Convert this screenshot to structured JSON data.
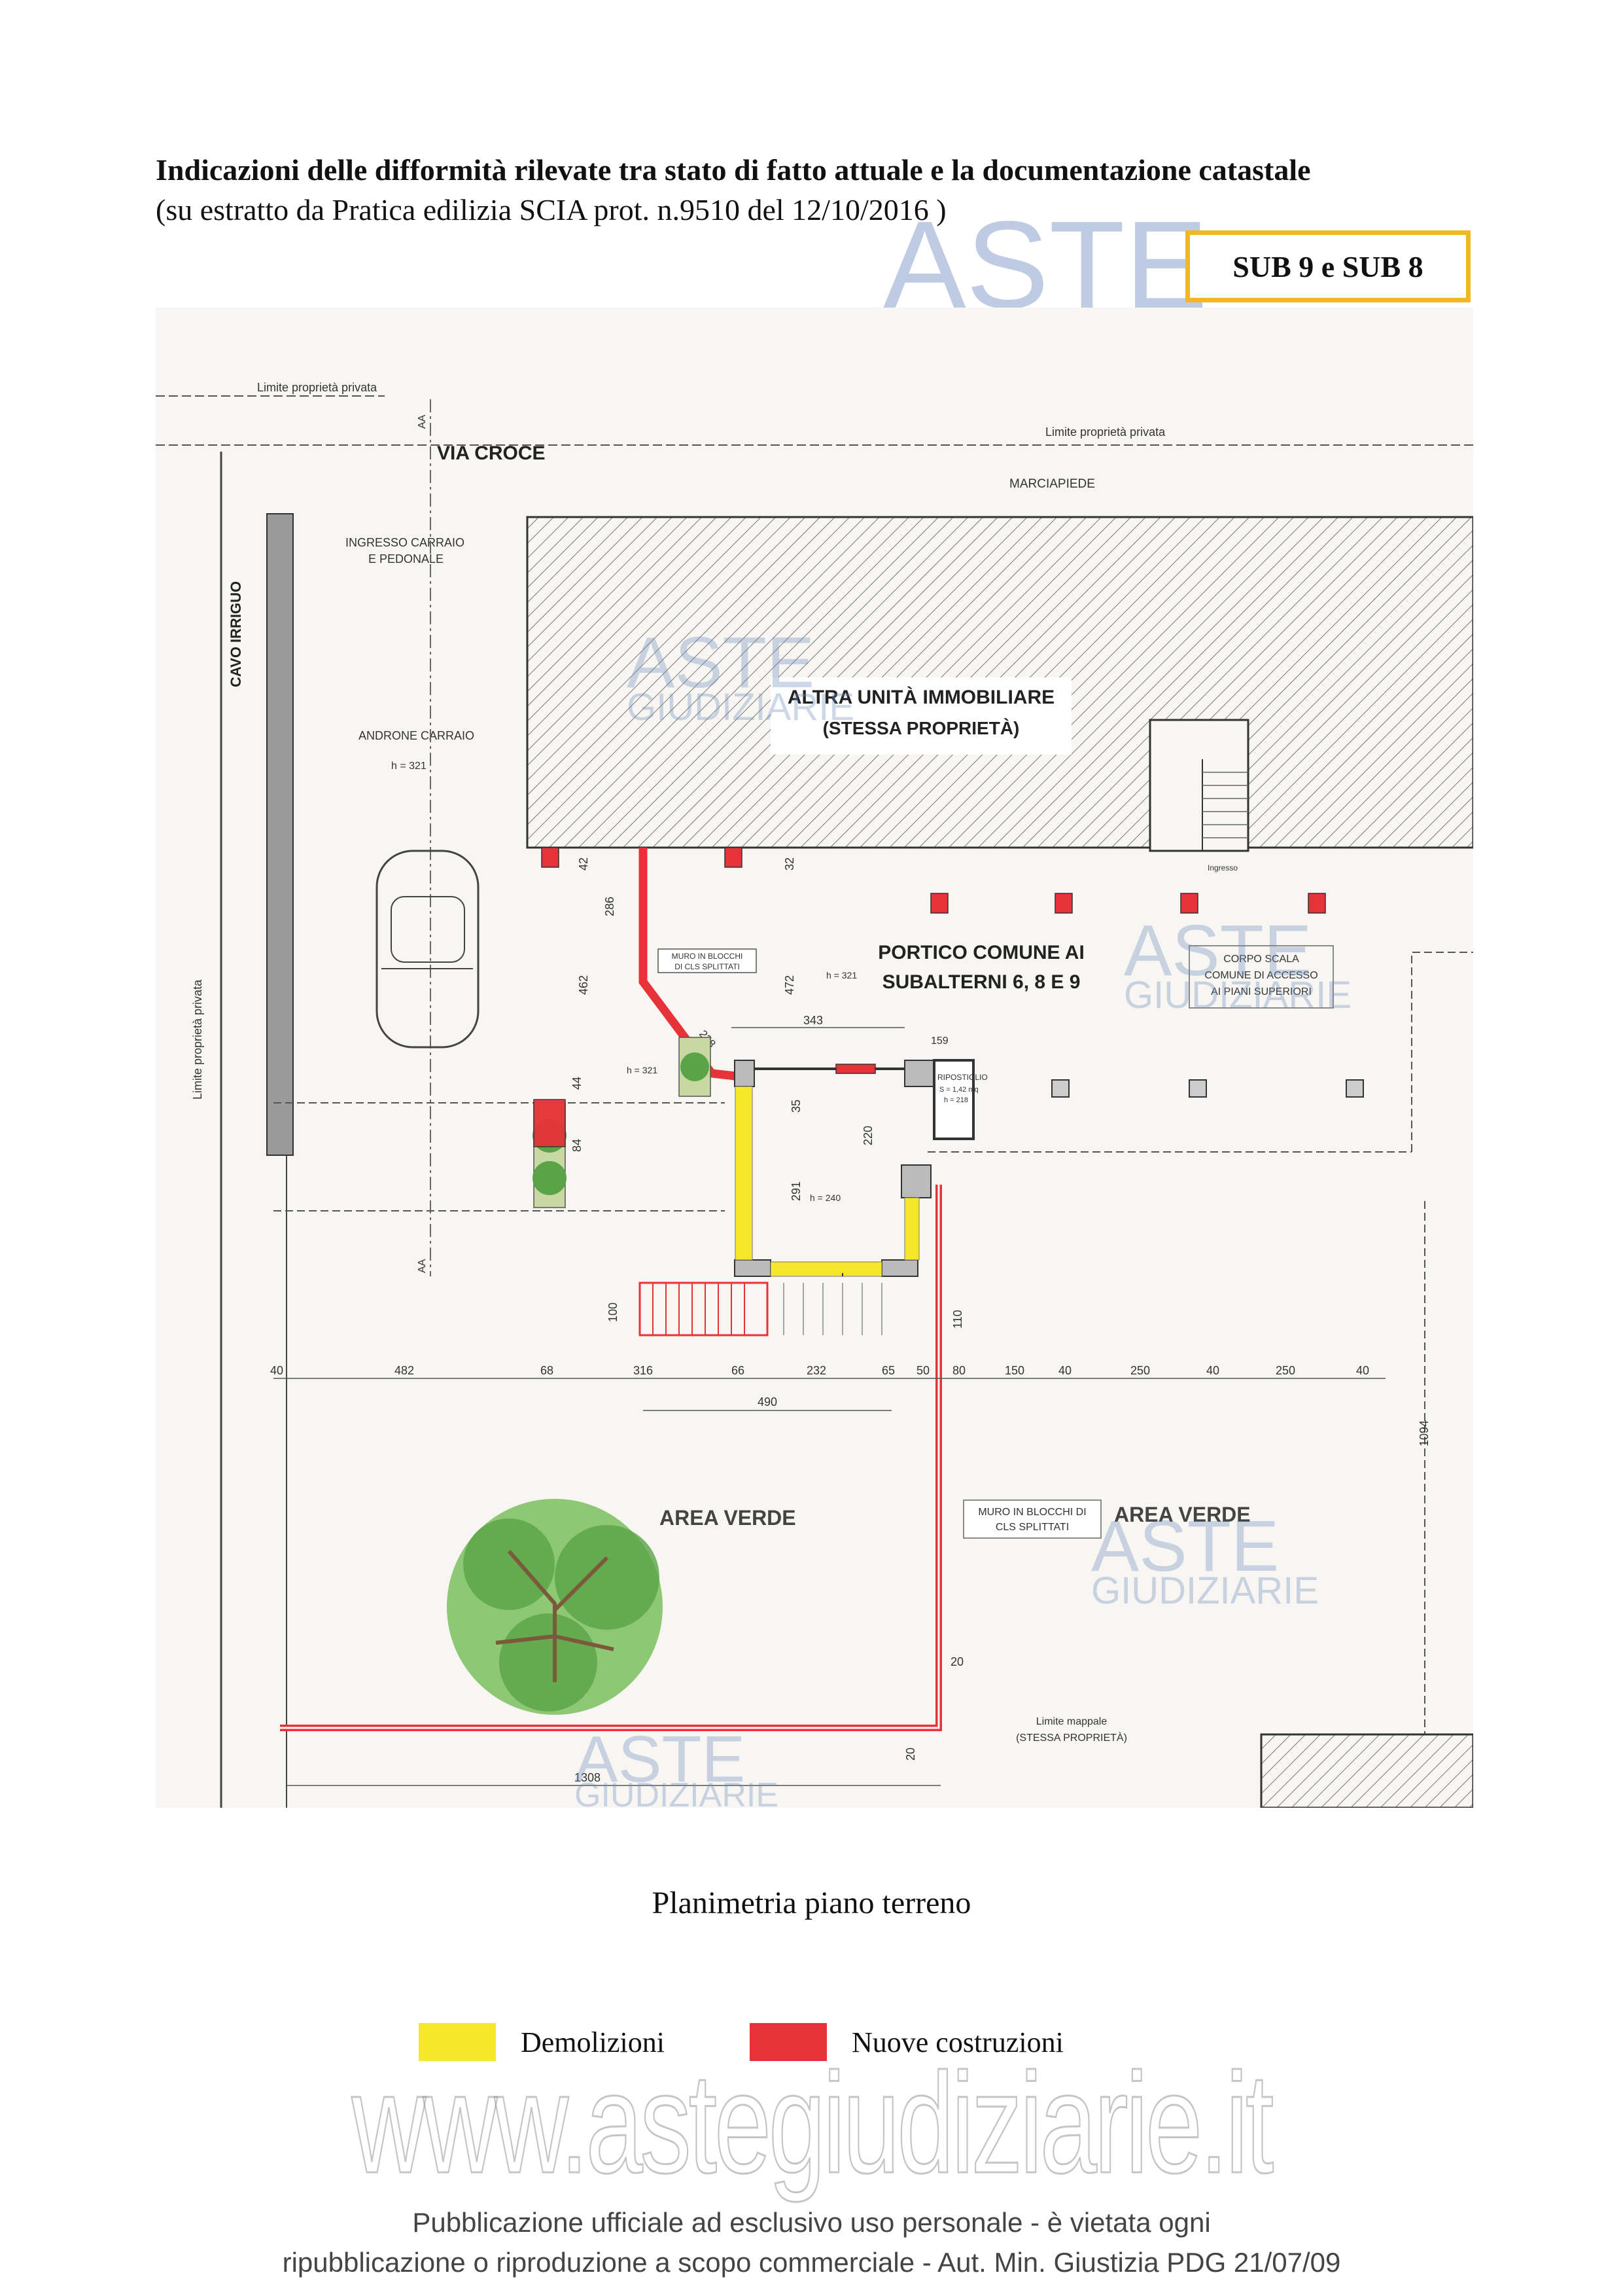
{
  "title": "Indicazioni delle difformità rilevate tra stato di fatto attuale e la documentazione catastale",
  "subtitle": "(su estratto da Pratica edilizia SCIA prot. n.9510 del 12/10/2016 )",
  "sub_badge": "SUB 9 e SUB 8",
  "plan": {
    "limite_privata_top": "Limite proprietà privata",
    "limite_privata_right": "Limite proprietà privata",
    "limite_privata_left": "Limite proprietà privata",
    "via": "VIA CROCE",
    "marciapiede": "MARCIAPIEDE",
    "ingresso_1": "INGRESSO CARRAIO",
    "ingresso_2": "E PEDONALE",
    "cavo": "CAVO IRRIGUO",
    "androne": "ANDRONE CARRAIO",
    "androne_h": "h = 321",
    "altra_1": "ALTRA UNITÀ IMMOBILIARE",
    "altra_2": "(STESSA PROPRIETÀ)",
    "ingresso_small": "Ingresso",
    "portico_1": "PORTICO COMUNE AI",
    "portico_2": "SUBALTERNI 6, 8 E 9",
    "corpo_1": "CORPO SCALA",
    "corpo_2": "COMUNE DI ACCESSO",
    "corpo_3": "AI PIANI SUPERIORI",
    "muro_1": "MURO IN BLOCCHI",
    "muro_2": "DI CLS SPLITTATI",
    "h321_a": "h = 321",
    "h321_b": "h = 321",
    "h240": "h = 240",
    "rip_1": "RIPOSTIGLIO",
    "rip_2": "S = 1,42 mq",
    "rip_3": "h = 218",
    "aa_top": "AA",
    "aa_bottom": "AA",
    "area_verde_1": "AREA VERDE",
    "area_verde_2": "AREA VERDE",
    "muro_bis_1": "MURO IN BLOCCHI DI",
    "muro_bis_2": "CLS SPLITTATI",
    "limite_mappale_1": "Limite mappale",
    "limite_mappale_2": "(STESSA PROPRIETÀ)",
    "dims": {
      "d42": "42",
      "d32": "32",
      "d286": "286",
      "d462": "462",
      "d472": "472",
      "d228": "228",
      "d343": "343",
      "d159": "159",
      "d44": "44",
      "d84": "84",
      "d35": "35",
      "d220": "220",
      "d291": "291",
      "d100": "100",
      "d110": "110",
      "r40a": "40",
      "r482": "482",
      "r68": "68",
      "r316": "316",
      "r66": "66",
      "r232": "232",
      "r65": "65",
      "r50": "50",
      "r80": "80",
      "r150": "150",
      "r40b": "40",
      "r250a": "250",
      "r40c": "40",
      "r250b": "250",
      "r40d": "40",
      "r490": "490",
      "d1094": "1094",
      "d20a": "20",
      "d20b": "20",
      "d1308": "1308"
    }
  },
  "caption": "Planimetria piano terreno",
  "legend": [
    {
      "label": "Demolizioni",
      "color": "#f5e82a"
    },
    {
      "label": "Nuove costruzioni",
      "color": "#e8323a"
    }
  ],
  "watermark": {
    "aste": "ASTE",
    "giudiziarie": "GIUDIZIARIE",
    "website": "www.astegiudiziarie.it"
  },
  "notice": {
    "line1": "Pubblicazione ufficiale ad esclusivo uso personale - è vietata ogni",
    "line2": "ripubblicazione o riproduzione a scopo commerciale - Aut. Min. Giustizia PDG 21/07/09"
  },
  "colors": {
    "yellow": "#f5e82a",
    "red": "#e8323a",
    "badge_border": "#f2b824"
  }
}
